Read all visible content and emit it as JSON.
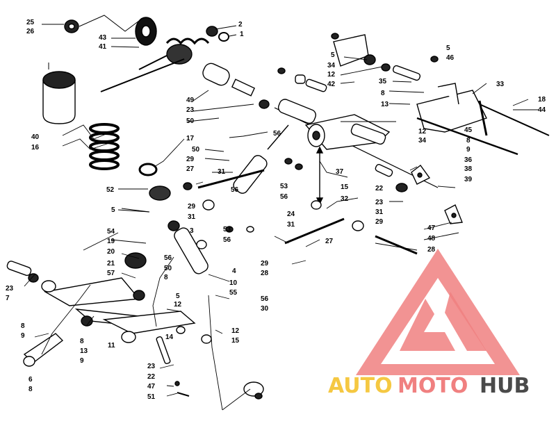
{
  "diagram": {
    "callouts": [
      "1",
      "2",
      "3",
      "4",
      "5",
      "6",
      "7",
      "8",
      "9",
      "10",
      "11",
      "12",
      "13",
      "14",
      "15",
      "16",
      "17",
      "18",
      "19",
      "20",
      "21",
      "22",
      "23",
      "24",
      "25",
      "26",
      "27",
      "28",
      "29",
      "30",
      "31",
      "32",
      "33",
      "34",
      "35",
      "36",
      "37",
      "38",
      "39",
      "40",
      "41",
      "42",
      "43",
      "44",
      "45",
      "46",
      "47",
      "48",
      "49",
      "50",
      "51",
      "52",
      "53",
      "54",
      "55",
      "56",
      "57"
    ]
  },
  "watermark": {
    "part1": "AUTO",
    "part2": "MOTO",
    "part3": "HUB",
    "color_main": "#f08080",
    "color_auto": "#f5c842",
    "color_hub": "#4a4a4a"
  }
}
